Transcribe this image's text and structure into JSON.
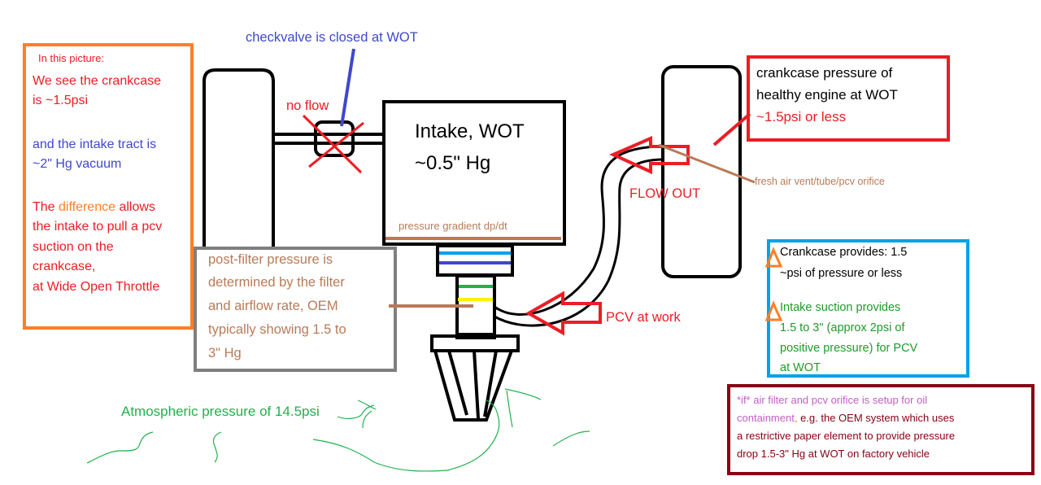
{
  "colors": {
    "red": "#ee1c24",
    "blue": "#3f48cc",
    "light_blue": "#00a2e8",
    "orange": "#ff7f27",
    "brown": "#b97a57",
    "green": "#22b14c",
    "yellow": "#fff200",
    "gray": "#7f7f7f",
    "maroon": "#880015",
    "purple": "#c45ec8"
  },
  "left_note": {
    "heading": "In this picture:",
    "line1a": "We see the crankcase",
    "line1b": "is ~1.5psi",
    "line2a": "and the intake tract is",
    "line2b": "~2\" Hg vacuum",
    "line3_pre": "The ",
    "line3_highlight": "difference",
    "line3_post": " allows",
    "line4": "the intake to pull a pcv",
    "line5": "suction on the",
    "line6": "crankcase,",
    "line7": "at Wide Open Throttle"
  },
  "checkvalve_label": "checkvalve is closed at WOT",
  "no_flow_label": "no flow",
  "intake_box": {
    "title": "Intake, WOT",
    "value": "~0.5\" Hg",
    "gradient_label": "pressure gradient dp/dt"
  },
  "post_filter_note": {
    "line1": "post-filter pressure is",
    "line2": "determined by the filter",
    "line3": "and airflow rate, OEM",
    "line4": "typically showing 1.5 to",
    "line5": "3\" Hg"
  },
  "flow_out_label": "FLOW OUT",
  "pcv_label": "PCV at work",
  "fresh_air_label": "fresh air vent/tube/pcv orifice",
  "crankcase_note": {
    "line1": "crankcase pressure of",
    "line2": "healthy engine at WOT",
    "line3": "~1.5psi or less"
  },
  "provides_note": {
    "item1a": "Crankcase provides: 1.5",
    "item1b": "~psi of pressure or less",
    "item2a": "Intake suction provides",
    "item2b": "1.5 to 3\" (approx 2psi of",
    "item2c": "positive pressure) for PCV",
    "item2d": "at WOT"
  },
  "oil_note": {
    "line1": "*if* air filter and pcv orifice is setup for oil",
    "line2a": "containment",
    "line2b": ",",
    "line2c": " e.g. the OEM system which uses",
    "line3": "a restrictive paper element to provide pressure",
    "line4": "drop 1.5-3\" Hg at WOT on factory vehicle"
  },
  "atmosphere_label": "Atmospheric pressure of 14.5psi"
}
